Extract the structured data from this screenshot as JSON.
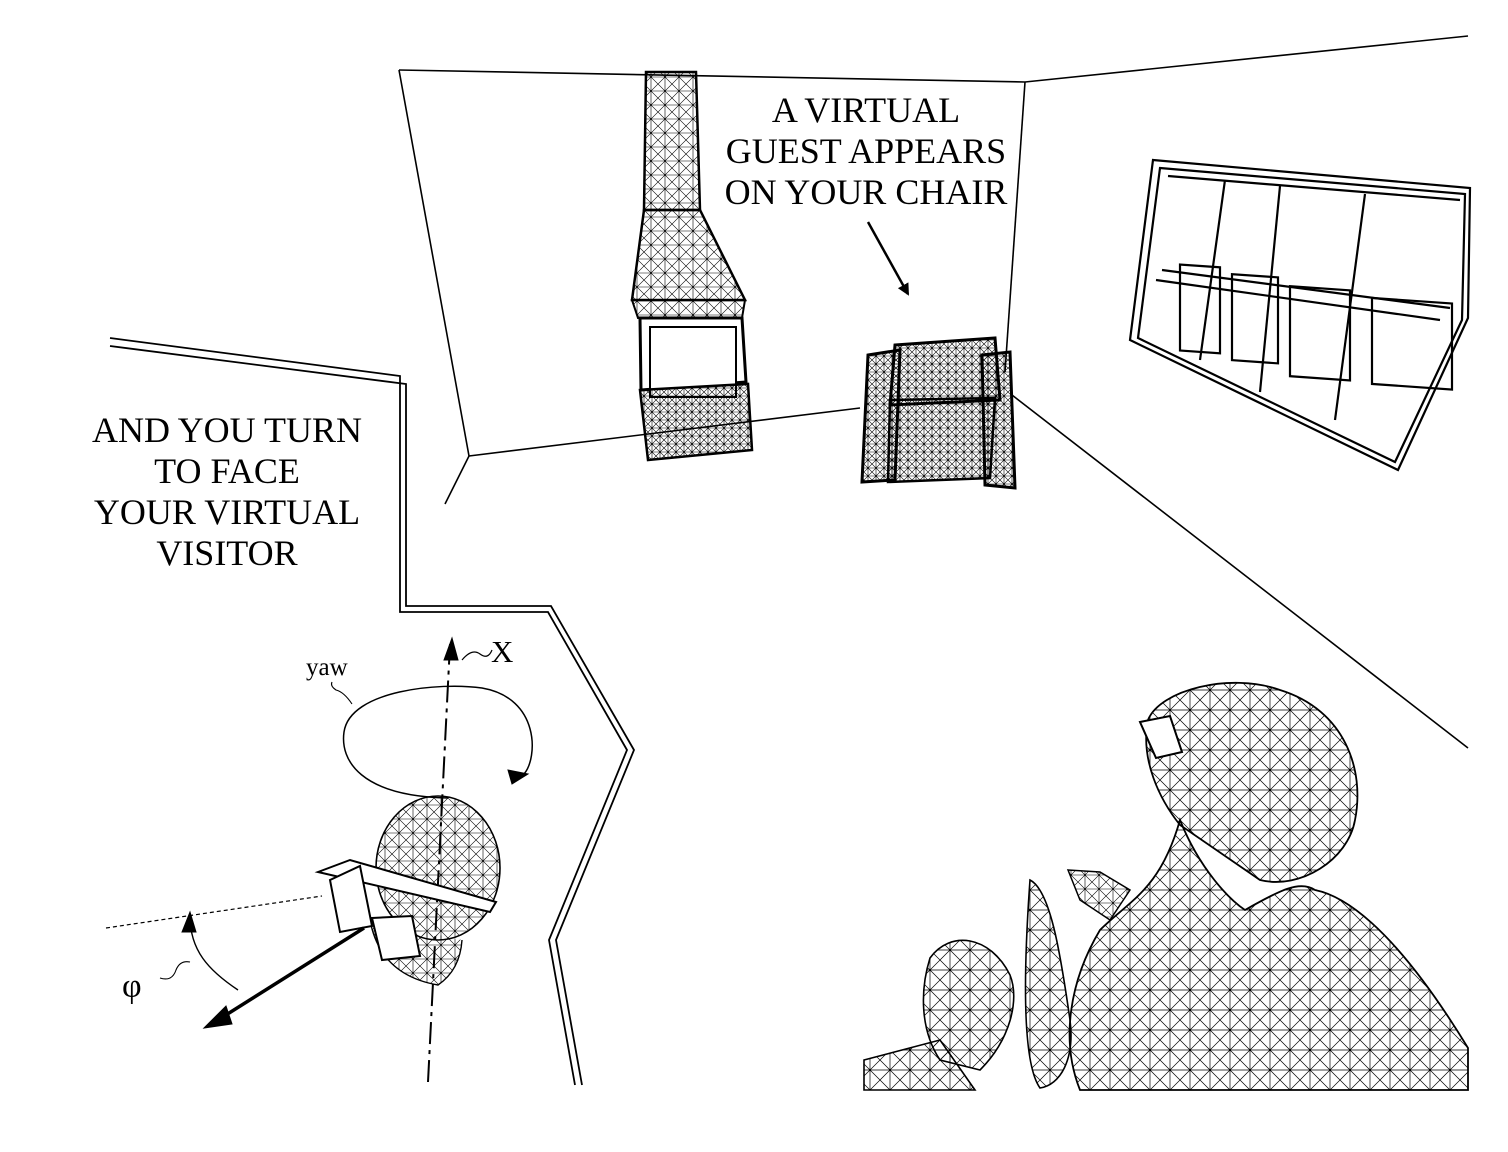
{
  "captions": {
    "guest": [
      "A VIRTUAL",
      "GUEST APPEARS",
      "ON YOUR CHAIR"
    ],
    "turn": [
      "AND YOU TURN",
      "TO FACE",
      "YOUR VIRTUAL",
      "VISITOR"
    ]
  },
  "labels": {
    "yaw": "yaw",
    "axis_x": "X",
    "angle": "φ"
  },
  "colors": {
    "ink": "#000000",
    "paper": "#ffffff"
  }
}
